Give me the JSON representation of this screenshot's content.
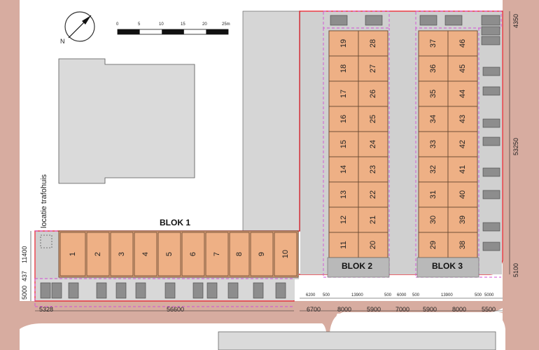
{
  "labels": {
    "north": "N",
    "scale_ticks": [
      "0",
      "5",
      "10",
      "15",
      "20",
      "25m"
    ],
    "trafo": "locatie trafohuis",
    "blok1": "BLOK 1",
    "blok2": "BLOK 2",
    "blok3": "BLOK 3"
  },
  "blok1_units": [
    "1",
    "2",
    "3",
    "4",
    "5",
    "6",
    "7",
    "8",
    "9",
    "10"
  ],
  "blok2_left": [
    "19",
    "18",
    "17",
    "16",
    "15",
    "14",
    "13",
    "12",
    "11"
  ],
  "blok2_right": [
    "28",
    "27",
    "26",
    "25",
    "24",
    "23",
    "22",
    "21",
    "20"
  ],
  "blok3_left": [
    "37",
    "36",
    "35",
    "34",
    "33",
    "32",
    "31",
    "30",
    "29"
  ],
  "blok3_right": [
    "46",
    "45",
    "44",
    "43",
    "42",
    "41",
    "40",
    "39",
    "38"
  ],
  "dimensions": {
    "left_vertical": [
      "5000",
      "437",
      "11400"
    ],
    "right_vertical": [
      "4350",
      "53250",
      "5100"
    ],
    "bottom_left": [
      "5328",
      "56600"
    ],
    "bottom_row_small": [
      "6200",
      "500",
      "13900",
      "500",
      "6000",
      "500",
      "13900",
      "500",
      "5000"
    ],
    "bottom_row_large": [
      "6700",
      "8000",
      "5900",
      "7000",
      "5900",
      "8000",
      "5500"
    ]
  },
  "colors": {
    "unit_fill": "#eeb085",
    "road": "#d7aca0",
    "paving": "#c9c9c9",
    "existing_building": "#dadada",
    "parking": "#8d8d8d",
    "boundary_red": "#e0303a",
    "boundary_magenta": "#d24fd6"
  }
}
